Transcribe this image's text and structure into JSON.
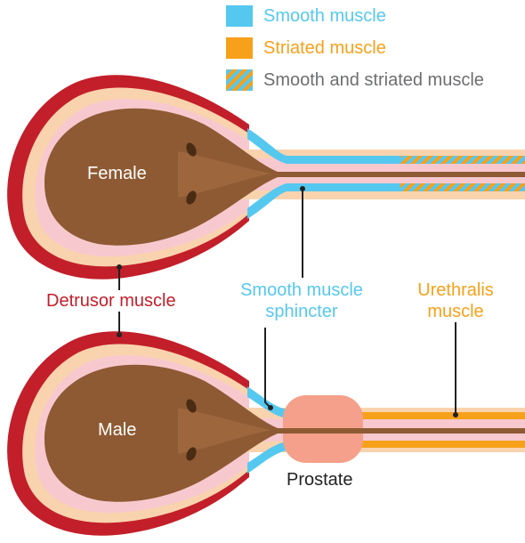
{
  "legend": {
    "smooth": {
      "label": "Smooth muscle",
      "color": "#55c8f0"
    },
    "striated": {
      "label": "Striated muscle",
      "color": "#f7a11a"
    },
    "mixed": {
      "label": "Smooth and striated muscle",
      "text_color": "#6d6e70"
    }
  },
  "labels": {
    "female": "Female",
    "male": "Male",
    "detrusor": "Detrusor muscle",
    "sphincter_line1": "Smooth muscle",
    "sphincter_line2": "sphincter",
    "urethralis_line1": "Urethralis",
    "urethralis_line2": "muscle",
    "prostate": "Prostate"
  },
  "colors": {
    "detrusor": "#c21f2a",
    "lumen": "#8e5a33",
    "lining_pink": "#f7c9cf",
    "lining_peach": "#f9d3ad",
    "prostate": "#f4a08b",
    "smooth": "#55c8f0",
    "striated": "#f7a11a",
    "text_gray": "#6d6e70"
  }
}
